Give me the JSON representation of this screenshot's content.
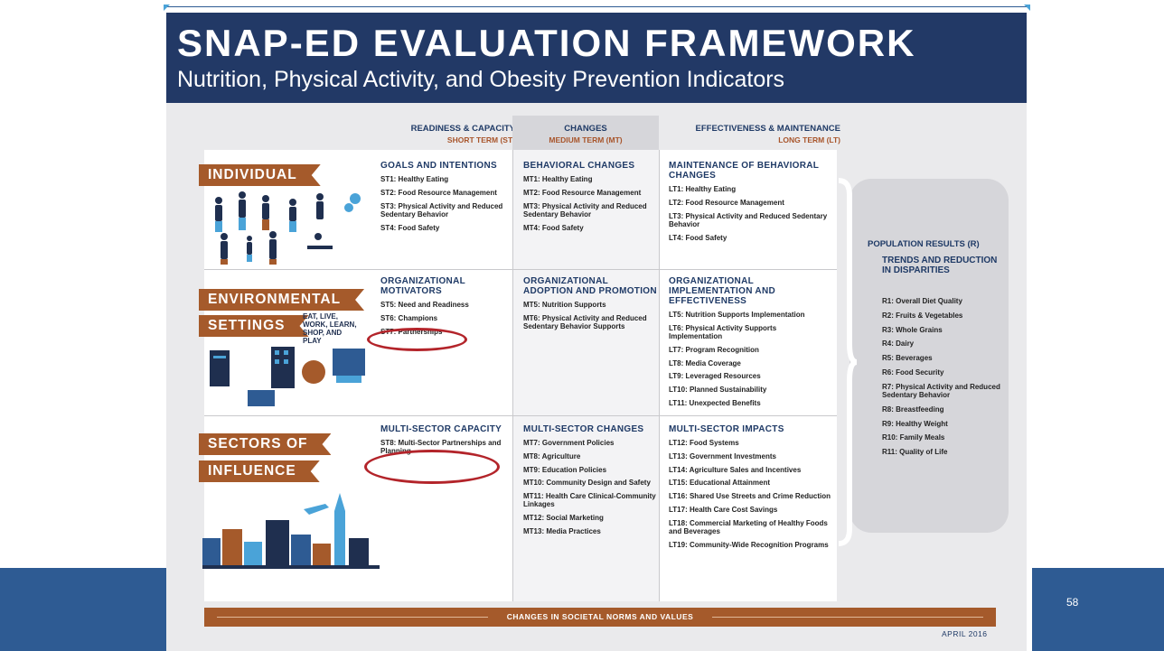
{
  "slide": {
    "number": "58"
  },
  "banner": {
    "title": "SNAP-ED EVALUATION FRAMEWORK",
    "subtitle": "Nutrition, Physical Activity, and Obesity Prevention Indicators"
  },
  "columns": {
    "readiness": {
      "title": "READINESS & CAPACITY",
      "term": "SHORT TERM (ST)"
    },
    "changes": {
      "title": "CHANGES",
      "term": "MEDIUM TERM (MT)"
    },
    "effectiveness": {
      "title": "EFFECTIVENESS & MAINTENANCE",
      "term": "LONG TERM (LT)"
    }
  },
  "levels": {
    "individual": "INDIVIDUAL",
    "environmental": "ENVIRONMENTAL",
    "settings": "SETTINGS",
    "settings_note": "EAT, LIVE,\nWORK, LEARN,\nSHOP, AND\nPLAY",
    "sectors_of": "SECTORS OF",
    "influence": "INFLUENCE"
  },
  "individual": {
    "st": {
      "heading": "GOALS AND INTENTIONS",
      "items": [
        "ST1: Healthy Eating",
        "ST2: Food Resource Management",
        "ST3: Physical Activity and Reduced Sedentary Behavior",
        "ST4: Food Safety"
      ]
    },
    "mt": {
      "heading": "BEHAVIORAL CHANGES",
      "items": [
        "MT1: Healthy Eating",
        "MT2: Food Resource Management",
        "MT3: Physical Activity and Reduced Sedentary Behavior",
        "MT4: Food Safety"
      ]
    },
    "lt": {
      "heading": "MAINTENANCE OF BEHAVIORAL CHANGES",
      "items": [
        "LT1: Healthy Eating",
        "LT2: Food Resource Management",
        "LT3: Physical Activity and Reduced Sedentary Behavior",
        "LT4: Food Safety"
      ]
    }
  },
  "environmental": {
    "st": {
      "heading": "ORGANIZATIONAL MOTIVATORS",
      "items": [
        "ST5: Need and Readiness",
        "ST6: Champions",
        "ST7: Partnerships"
      ]
    },
    "mt": {
      "heading": "ORGANIZATIONAL ADOPTION AND PROMOTION",
      "items": [
        "MT5: Nutrition Supports",
        "MT6: Physical Activity and Reduced Sedentary Behavior Supports"
      ]
    },
    "lt": {
      "heading": "ORGANIZATIONAL IMPLEMENTATION AND EFFECTIVENESS",
      "items": [
        "LT5: Nutrition Supports Implementation",
        "LT6: Physical Activity Supports Implementation",
        "LT7: Program Recognition",
        "LT8: Media Coverage",
        "LT9: Leveraged Resources",
        "LT10: Planned Sustainability",
        "LT11: Unexpected Benefits"
      ]
    }
  },
  "sectors": {
    "st": {
      "heading": "MULTI-SECTOR CAPACITY",
      "items": [
        "ST8: Multi-Sector Partnerships and Planning"
      ]
    },
    "mt": {
      "heading": "MULTI-SECTOR CHANGES",
      "items": [
        "MT7: Government Policies",
        "MT8: Agriculture",
        "MT9: Education Policies",
        "MT10: Community Design and Safety",
        "MT11: Health Care Clinical-Community Linkages",
        "MT12: Social Marketing",
        "MT13: Media Practices"
      ]
    },
    "lt": {
      "heading": "MULTI-SECTOR IMPACTS",
      "items": [
        "LT12: Food Systems",
        "LT13: Government Investments",
        "LT14: Agriculture Sales and Incentives",
        "LT15: Educational Attainment",
        "LT16: Shared Use Streets and Crime Reduction",
        "LT17: Health Care Cost Savings",
        "LT18: Commercial Marketing of Healthy Foods and Beverages",
        "LT19: Community-Wide Recognition Programs"
      ]
    }
  },
  "population": {
    "title": "POPULATION RESULTS (R)",
    "subtitle": "TRENDS AND REDUCTION IN DISPARITIES",
    "items": [
      "R1: Overall Diet Quality",
      "R2: Fruits & Vegetables",
      "R3: Whole Grains",
      "R4: Dairy",
      "R5: Beverages",
      "R6: Food Security",
      "R7: Physical Activity and Reduced Sedentary Behavior",
      "R8: Breastfeeding",
      "R9: Healthy Weight",
      "R10: Family Meals",
      "R11: Quality of Life"
    ]
  },
  "footer": {
    "arrow_text": "CHANGES IN SOCIETAL NORMS AND VALUES",
    "date": "APRIL 2016"
  },
  "colors": {
    "navy": "#223966",
    "ribbon": "#a55a2b",
    "highlight": "#b3242a",
    "slide_blue": "#2e5b93"
  }
}
